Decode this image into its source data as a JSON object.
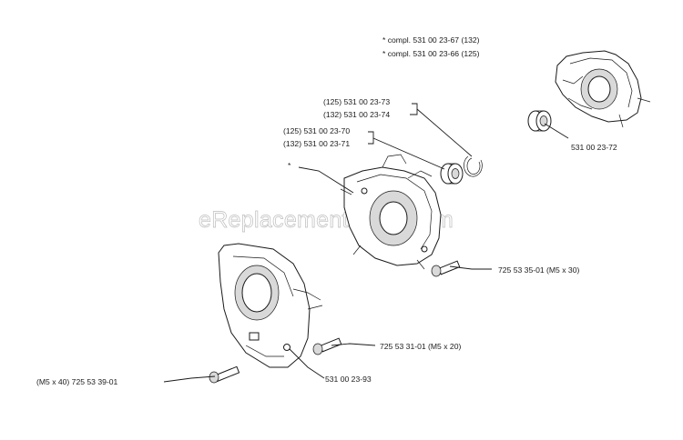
{
  "watermark": "eReplacementParts.com",
  "labels": {
    "compl_132": "*  compl. 531 00 23-67 (132)",
    "compl_125": "*  compl. 531 00 23-66 (125)",
    "ring_125": "(125) 531 00 23-73",
    "ring_132": "(132) 531 00 23-74",
    "bearing_125": "(125) 531 00 23-70",
    "bearing_132": "(132) 531 00 23-71",
    "asterisk": "*",
    "bearing_right": "531 00 23-72",
    "screw_m5x30": "725 53 35-01 (M5 x 30)",
    "screw_m5x20": "725 53 31-01 (M5 x 20)",
    "screw_m5x40": "(M5 x 40) 725 53 39-01",
    "cover": "531 00 23-93"
  }
}
